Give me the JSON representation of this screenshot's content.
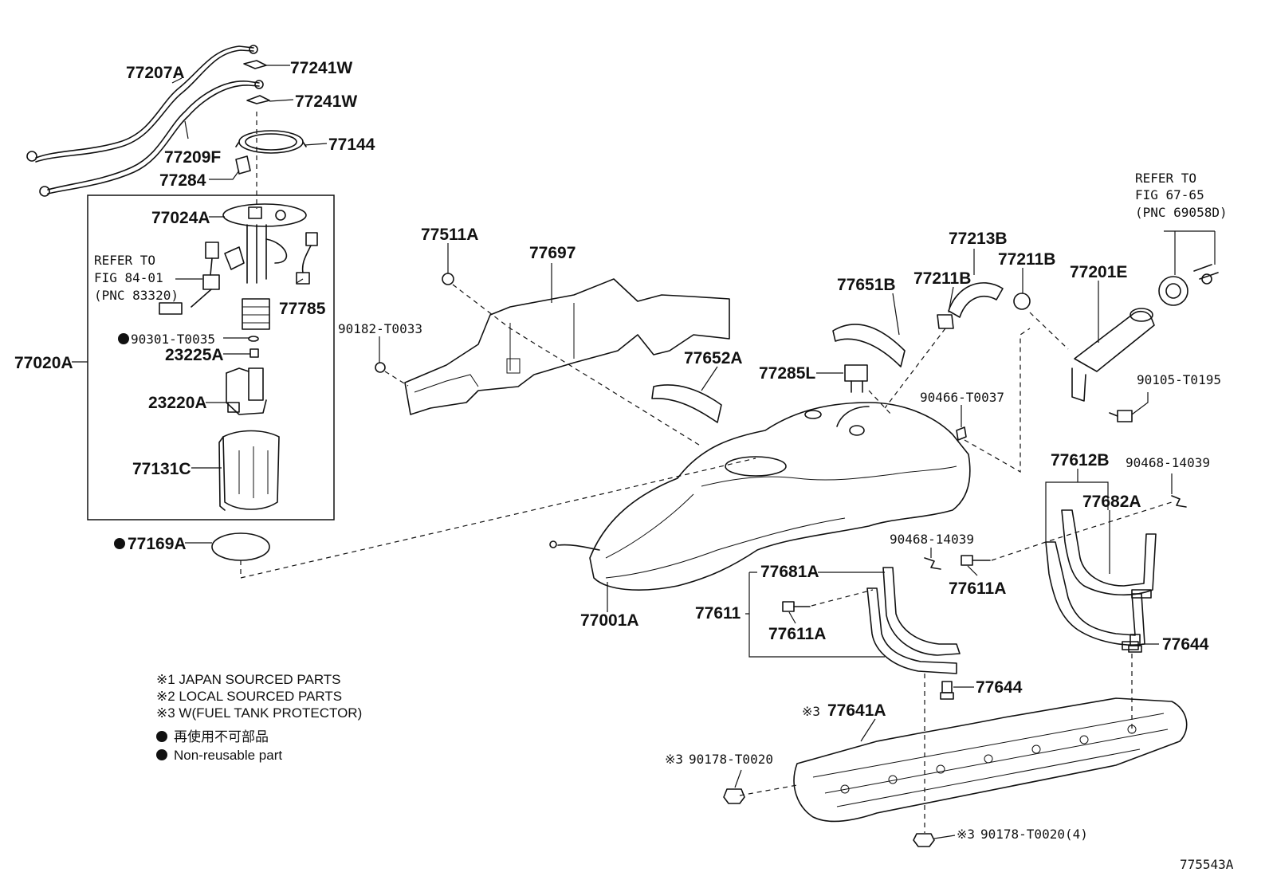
{
  "callouts": {
    "p77207A": "77207A",
    "p77241W_1": "77241W",
    "p77241W_2": "77241W",
    "p77209F": "77209F",
    "p77144": "77144",
    "p77284": "77284",
    "p77024A": "77024A",
    "p77785": "77785",
    "p90301": "90301-T0035",
    "p23225A": "23225A",
    "p77020A": "77020A",
    "p23220A": "23220A",
    "p77131C": "77131C",
    "p77169A": "77169A",
    "p77511A": "77511A",
    "p77697": "77697",
    "p90182": "90182-T0033",
    "p77651B": "77651B",
    "p77652A": "77652A",
    "p77213B": "77213B",
    "p77211B_1": "77211B",
    "p77211B_2": "77211B",
    "p77201E": "77201E",
    "p77285L": "77285L",
    "p90466": "90466-T0037",
    "p90105": "90105-T0195",
    "p77612B": "77612B",
    "p90468_1": "90468-14039",
    "p77682A": "77682A",
    "p90468_2": "90468-14039",
    "p77681A": "77681A",
    "p77611A_1": "77611A",
    "p77611": "77611",
    "p77611A_2": "77611A",
    "p77001A": "77001A",
    "p77644_1": "77644",
    "p77644_2": "77644",
    "p77641A": "77641A",
    "p90178_1": "90178-T0020",
    "p90178_2": "90178-T0020(4)"
  },
  "refer_notes": {
    "fig84": [
      "REFER TO",
      "FIG 84-01",
      "(PNC 83320)"
    ],
    "fig67": [
      "REFER TO",
      "FIG 67-65",
      "(PNC 69058D)"
    ]
  },
  "marks": {
    "ref3_a": "※3",
    "ref3_b": "※3",
    "ref3_c": "※3"
  },
  "legend": {
    "n1": "※1 JAPAN SOURCED PARTS",
    "n2": "※2 LOCAL SOURCED PARTS",
    "n3": "※3 W(FUEL TANK PROTECTOR)",
    "jp": "再使用不可部品",
    "en": "Non-reusable part"
  },
  "figure_id": "775543A"
}
